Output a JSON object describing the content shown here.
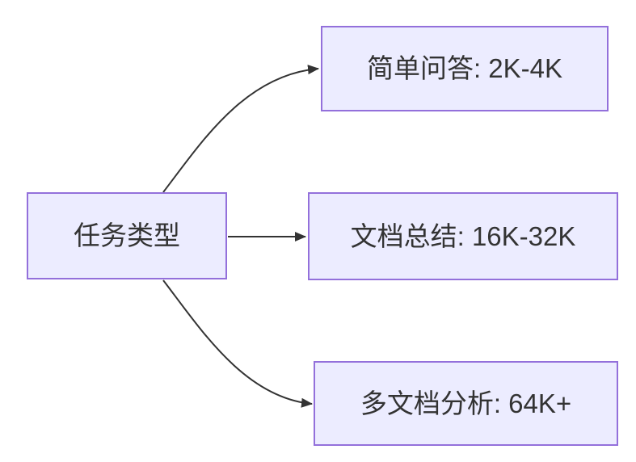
{
  "diagram": {
    "type": "flowchart",
    "direction": "left-to-right",
    "root": {
      "id": "task-type",
      "label": "任务类型"
    },
    "branches": [
      {
        "id": "simple-qa",
        "label": "简单问答: 2K-4K"
      },
      {
        "id": "doc-summary",
        "label": "文档总结: 16K-32K"
      },
      {
        "id": "multi-doc-analysis",
        "label": "多文档分析: 64K+"
      }
    ],
    "edges": [
      {
        "from": "task-type",
        "to": "simple-qa"
      },
      {
        "from": "task-type",
        "to": "doc-summary"
      },
      {
        "from": "task-type",
        "to": "multi-doc-analysis"
      }
    ],
    "colors": {
      "node_fill": "#ECECFF",
      "node_border": "#9370DB",
      "text": "#333333",
      "arrow": "#333333",
      "background": "#FFFFFF"
    }
  }
}
